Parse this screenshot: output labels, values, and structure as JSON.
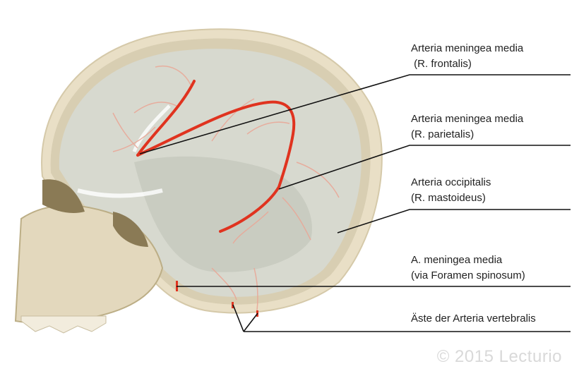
{
  "labels": [
    {
      "id": "frontalis",
      "line1": "Arteria meningea media",
      "line2": " (R. frontalis)"
    },
    {
      "id": "parietalis",
      "line1": "Arteria meningea media",
      "line2": "(R. parietalis)"
    },
    {
      "id": "mastoideus",
      "line1": "Arteria occipitalis",
      "line2": "(R. mastoideus)"
    },
    {
      "id": "spinosum",
      "line1": "A. meningea media",
      "line2": "(via Foramen spinosum)"
    },
    {
      "id": "vertebralis",
      "line1": "Äste der Arteria vertebralis"
    }
  ],
  "watermark": "© 2015 Lecturio",
  "colors": {
    "bone_outer": "#e9dfc6",
    "bone_diploe": "#cfc5a8",
    "skull_inner": "#d7d9cf",
    "skull_shadow": "#c3c6bb",
    "artery": "#e0331f",
    "artery_small": "#e9a898",
    "leader_line": "#111111",
    "facial_bone": "#8a7a55"
  }
}
